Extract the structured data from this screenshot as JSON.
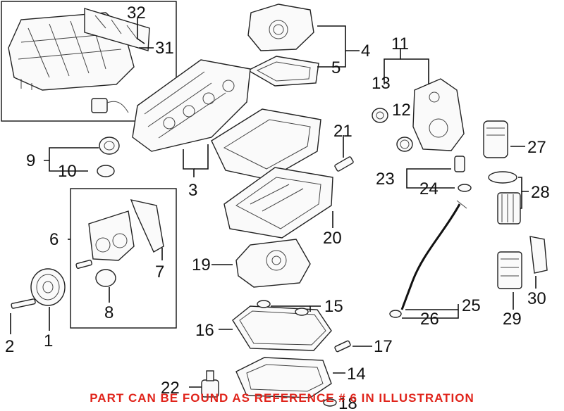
{
  "callouts": [
    {
      "id": "c1",
      "label": "1"
    },
    {
      "id": "c2",
      "label": "2"
    },
    {
      "id": "c3",
      "label": "3"
    },
    {
      "id": "c4",
      "label": "4"
    },
    {
      "id": "c5",
      "label": "5"
    },
    {
      "id": "c6",
      "label": "6"
    },
    {
      "id": "c7",
      "label": "7"
    },
    {
      "id": "c8",
      "label": "8"
    },
    {
      "id": "c9",
      "label": "9"
    },
    {
      "id": "c10",
      "label": "10"
    },
    {
      "id": "c11",
      "label": "11"
    },
    {
      "id": "c12",
      "label": "12"
    },
    {
      "id": "c13",
      "label": "13"
    },
    {
      "id": "c14",
      "label": "14"
    },
    {
      "id": "c15",
      "label": "15"
    },
    {
      "id": "c16",
      "label": "16"
    },
    {
      "id": "c17",
      "label": "17"
    },
    {
      "id": "c18",
      "label": "18"
    },
    {
      "id": "c19",
      "label": "19"
    },
    {
      "id": "c20",
      "label": "20"
    },
    {
      "id": "c21",
      "label": "21"
    },
    {
      "id": "c22",
      "label": "22"
    },
    {
      "id": "c23",
      "label": "23"
    },
    {
      "id": "c24",
      "label": "24"
    },
    {
      "id": "c25",
      "label": "25"
    },
    {
      "id": "c26",
      "label": "26"
    },
    {
      "id": "c27",
      "label": "27"
    },
    {
      "id": "c28",
      "label": "28"
    },
    {
      "id": "c29",
      "label": "29"
    },
    {
      "id": "c30",
      "label": "30"
    },
    {
      "id": "c31",
      "label": "31"
    },
    {
      "id": "c32",
      "label": "32"
    }
  ],
  "notice": "PART CAN BE FOUND AS REFERENCE # 6 IN ILLUSTRATION",
  "colors": {
    "notice": "#e0241b",
    "line": "#111111"
  }
}
